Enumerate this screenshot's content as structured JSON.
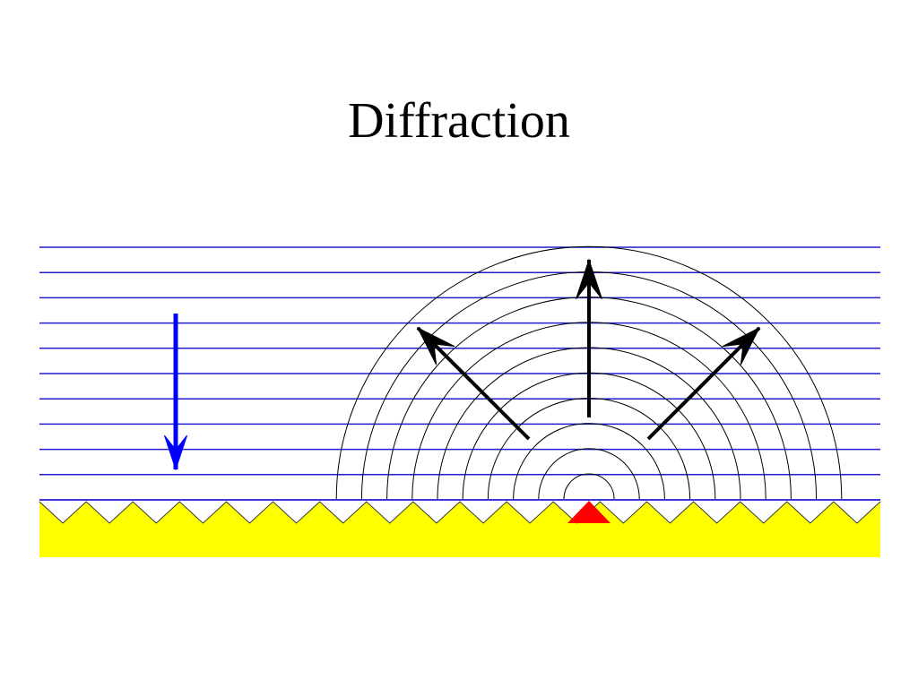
{
  "slide": {
    "title": "Diffraction"
  },
  "diagram": {
    "colors": {
      "incident_wavefront": "#1f1fd0",
      "incident_arrow": "#0000ff",
      "diffracted_wavefront": "#000000",
      "diffracted_arrow": "#000000",
      "surface": "#ffff00",
      "scatterer": "#ff0000"
    },
    "incident_wavefront_count": 11,
    "diffracted_wavefront_count": 10,
    "surface_tooth_count": 18,
    "diffracted_arrow_directions": [
      "up-left",
      "up",
      "up-right"
    ],
    "incident_arrow_direction": "down"
  }
}
